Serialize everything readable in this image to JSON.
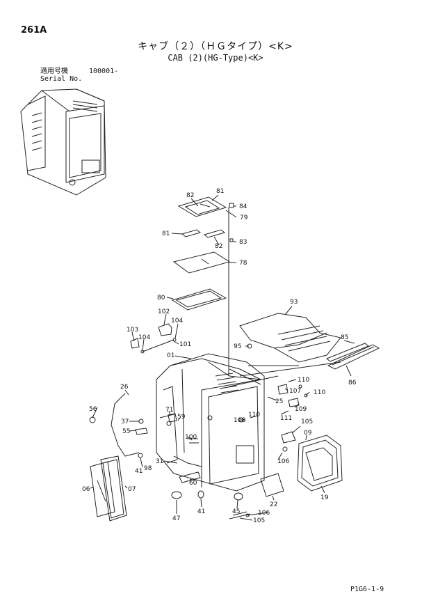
{
  "header": {
    "page_code": "261A",
    "title_jp": "キャブ（２）（ＨＧタイプ）<K>",
    "title_en": "CAB (2)(HG-Type)<K>",
    "serial_label_jp": "適用号機",
    "serial_label_en": "Serial No.",
    "serial_value": "100001-"
  },
  "footer": {
    "code": "P1G6-1-9"
  },
  "part_labels": [
    "82",
    "81",
    "84",
    "79",
    "81",
    "82",
    "83",
    "78",
    "80",
    "93",
    "102",
    "104",
    "103",
    "104",
    "101",
    "95",
    "01",
    "85",
    "86",
    "26",
    "56",
    "110",
    "107",
    "110",
    "25",
    "71",
    "59",
    "37",
    "55",
    "108",
    "110",
    "111",
    "109",
    "100",
    "105",
    "09",
    "31",
    "41",
    "98",
    "106",
    "60",
    "06",
    "07",
    "47",
    "41",
    "45",
    "106",
    "105",
    "22",
    "19"
  ]
}
